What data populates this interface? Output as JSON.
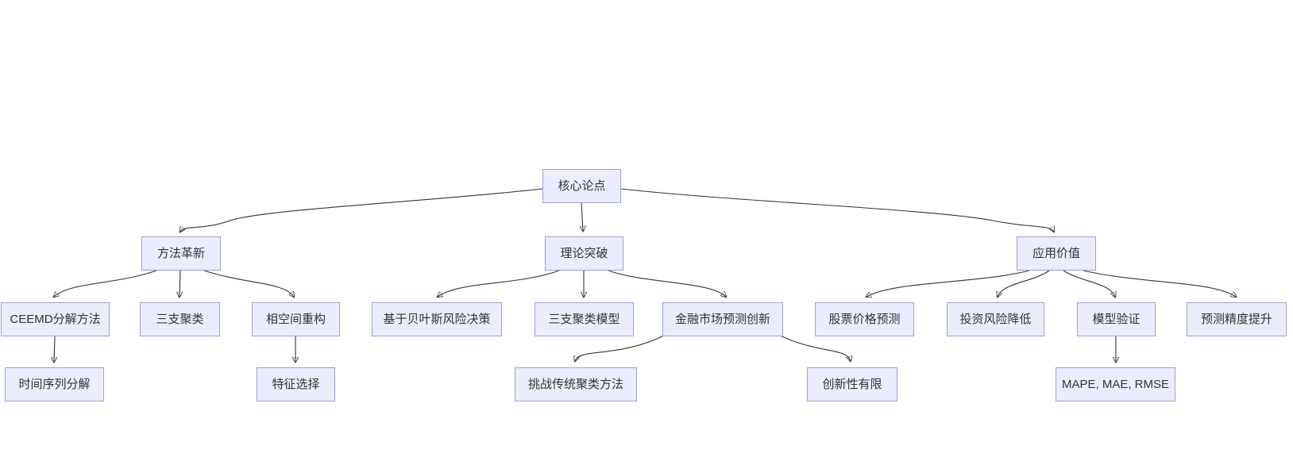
{
  "diagram": {
    "type": "flowchart",
    "background": "#ffffff",
    "colors": {
      "node_fill": "#ececff",
      "node_border": "#9f9fd6",
      "edge_line": "#333333",
      "node_text": "#333333"
    },
    "nodes": {
      "core": {
        "label": "核心论点"
      },
      "method": {
        "label": "方法革新"
      },
      "theory": {
        "label": "理论突破"
      },
      "application": {
        "label": "应用价值"
      },
      "ceemd": {
        "label": "CEEMD分解方法"
      },
      "three_way": {
        "label": "三支聚类"
      },
      "phase_space": {
        "label": "相空间重构"
      },
      "bayes": {
        "label": "基于贝叶斯风险决策"
      },
      "three_way_model": {
        "label": "三支聚类模型"
      },
      "finance_innovation": {
        "label": "金融市场预测创新"
      },
      "stock": {
        "label": "股票价格预测"
      },
      "risk": {
        "label": "投资风险降低"
      },
      "validation": {
        "label": "模型验证"
      },
      "precision": {
        "label": "预测精度提升"
      },
      "ts_decomp": {
        "label": "时间序列分解"
      },
      "feature": {
        "label": "特征选择"
      },
      "challenge": {
        "label": "挑战传统聚类方法"
      },
      "limited": {
        "label": "创新性有限"
      },
      "metrics": {
        "label": "MAPE, MAE, RMSE"
      }
    },
    "edges": [
      {
        "from": "core",
        "to": "method"
      },
      {
        "from": "core",
        "to": "theory"
      },
      {
        "from": "core",
        "to": "application"
      },
      {
        "from": "method",
        "to": "ceemd"
      },
      {
        "from": "method",
        "to": "three_way"
      },
      {
        "from": "method",
        "to": "phase_space"
      },
      {
        "from": "theory",
        "to": "bayes"
      },
      {
        "from": "theory",
        "to": "three_way_model"
      },
      {
        "from": "theory",
        "to": "finance_innovation"
      },
      {
        "from": "application",
        "to": "stock"
      },
      {
        "from": "application",
        "to": "risk"
      },
      {
        "from": "application",
        "to": "validation"
      },
      {
        "from": "application",
        "to": "precision"
      },
      {
        "from": "ceemd",
        "to": "ts_decomp"
      },
      {
        "from": "phase_space",
        "to": "feature"
      },
      {
        "from": "finance_innovation",
        "to": "challenge"
      },
      {
        "from": "finance_innovation",
        "to": "limited"
      },
      {
        "from": "validation",
        "to": "metrics"
      }
    ]
  }
}
